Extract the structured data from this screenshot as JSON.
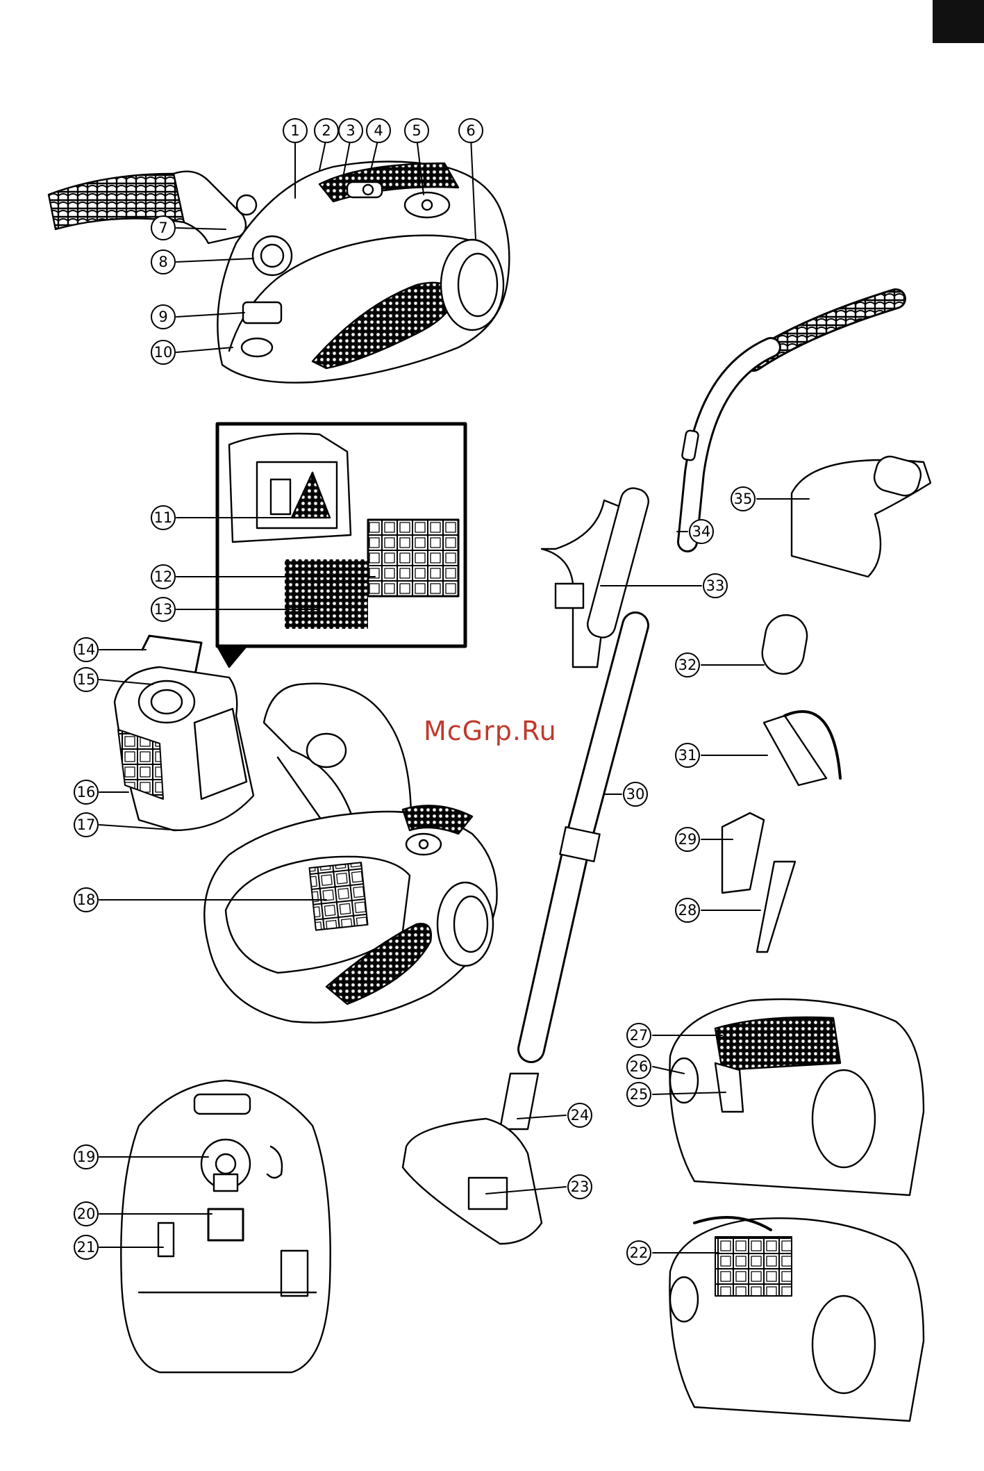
{
  "watermark": "McGrp.Ru",
  "callouts": [
    "1",
    "2",
    "3",
    "4",
    "5",
    "6",
    "7",
    "8",
    "9",
    "10",
    "11",
    "12",
    "13",
    "14",
    "15",
    "16",
    "17",
    "18",
    "19",
    "20",
    "21",
    "22",
    "23",
    "24",
    "25",
    "26",
    "27",
    "28",
    "29",
    "30",
    "31",
    "32",
    "33",
    "34",
    "35"
  ]
}
